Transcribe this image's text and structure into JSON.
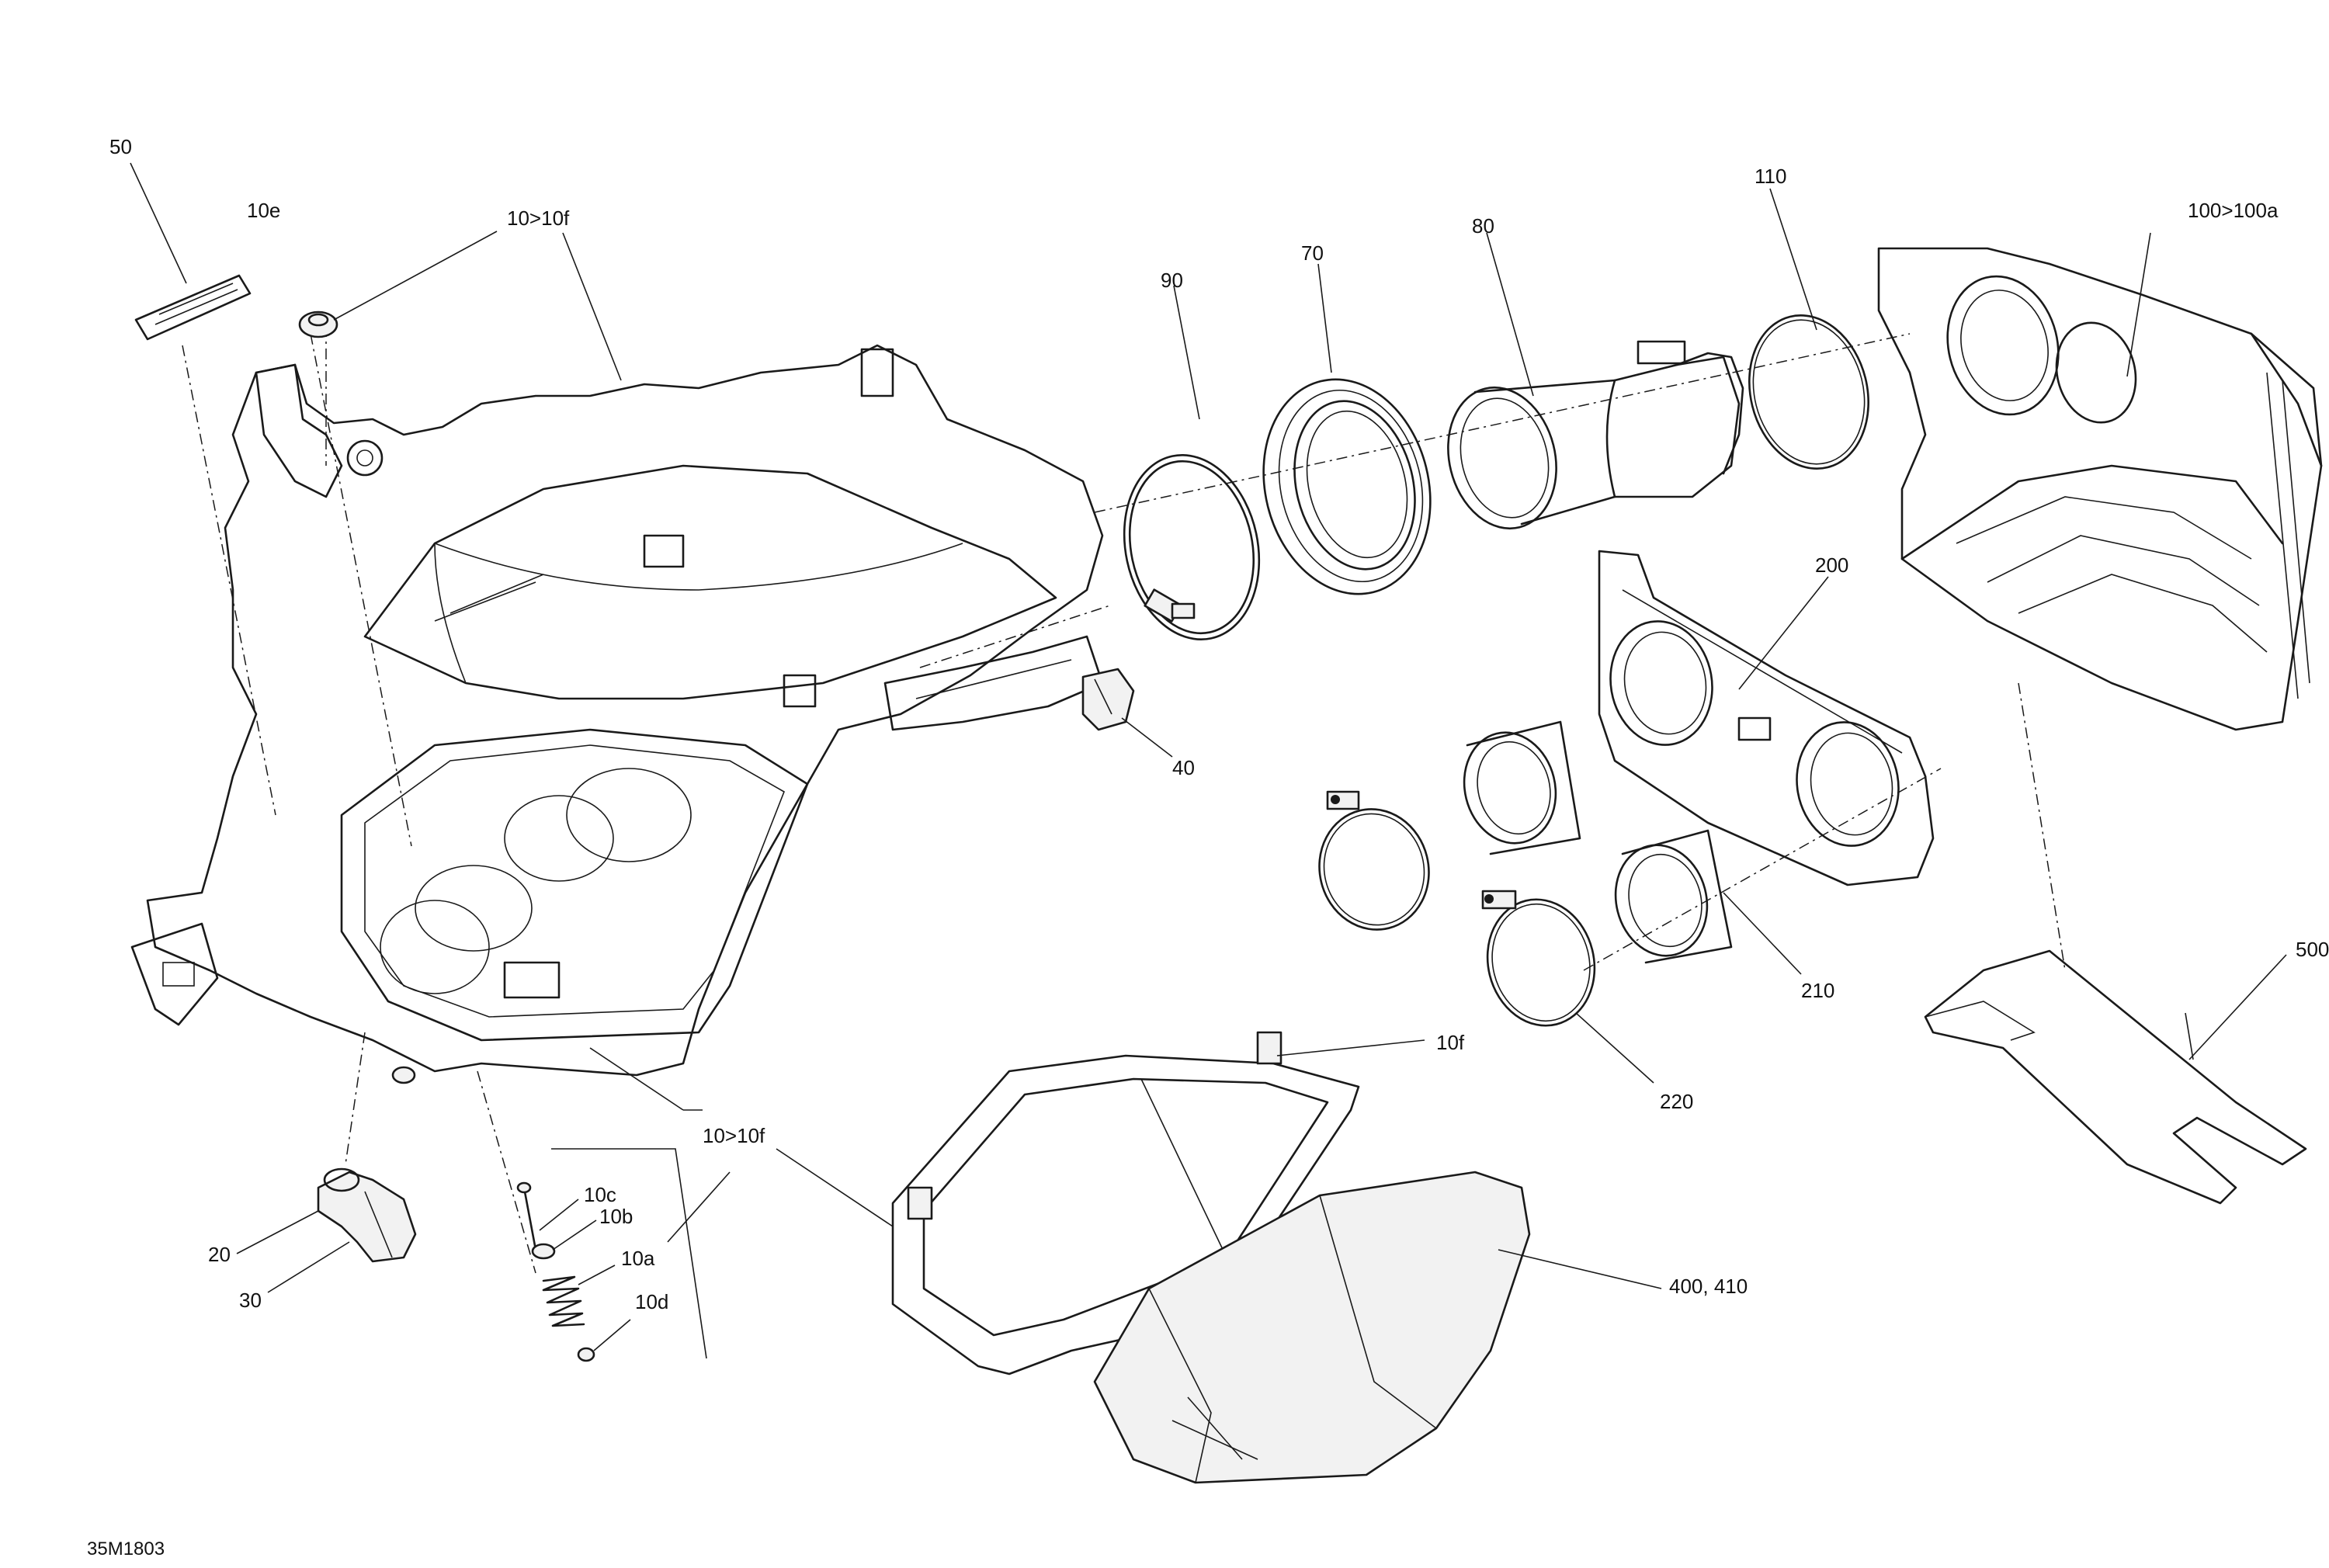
{
  "diagram": {
    "figure_number": "35M1803",
    "callouts": {
      "c50": "50",
      "c10e": "10e",
      "c10_10f_top": "10>10f",
      "c90": "90",
      "c70": "70",
      "c80": "80",
      "c110": "110",
      "c100": "100>100a",
      "c200": "200",
      "c40": "40",
      "c210": "210",
      "c220": "220",
      "c500": "500",
      "c10f": "10f",
      "c10_10f_bottom": "10>10f",
      "c10c": "10c",
      "c10b": "10b",
      "c10a": "10a",
      "c10d": "10d",
      "c20": "20",
      "c30": "30",
      "c400": "400, 410"
    },
    "parts": [
      "warning-label",
      "plug",
      "airbox-housing",
      "clamp-90",
      "seal-70",
      "intake-duct-80",
      "o-ring-110",
      "air-intake-100",
      "adapter-plate-200",
      "clip-40",
      "sleeve-210",
      "clamp-220",
      "foam-500",
      "filter-frame-10f",
      "air-filter-400",
      "bolt-10c",
      "washer-10b",
      "spring-10a",
      "nut-10d",
      "clamp-20"
    ]
  }
}
